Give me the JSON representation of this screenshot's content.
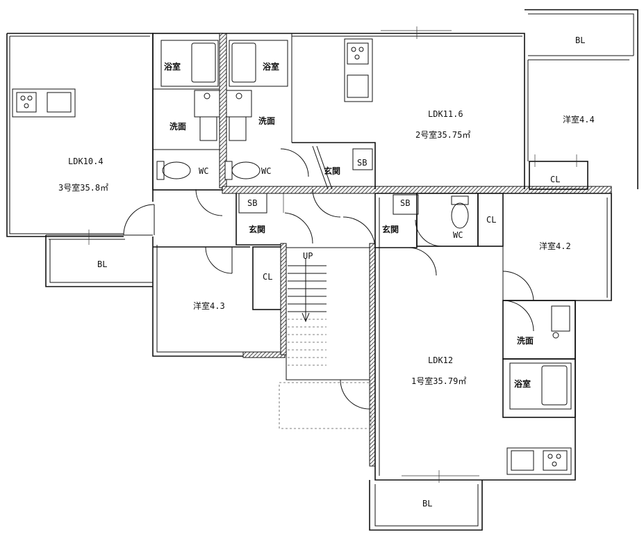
{
  "rooms": {
    "unit3_ldk": "LDK10.4",
    "unit3_number": "3号室35.8㎡",
    "unit3_bl": "BL",
    "unit3_yoshitsu": "洋室4.3",
    "unit3_cl": "CL",
    "unit3_genkan": "玄関",
    "unit3_sb": "SB",
    "unit3_wc": "WC",
    "unit3_senmen": "洗面",
    "unit3_yokushitsu": "浴室",
    "unit2_ldk": "LDK11.6",
    "unit2_number": "2号室35.75㎡",
    "unit2_yoshitsu": "洋室4.4",
    "unit2_bl": "BL",
    "unit2_cl": "CL",
    "unit2_genkan": "玄関",
    "unit2_sb": "SB",
    "unit2_wc": "WC",
    "unit2_senmen": "洗面",
    "unit2_yokushitsu": "浴室",
    "unit1_ldk": "LDK12",
    "unit1_number": "1号室35.79㎡",
    "unit1_yoshitsu": "洋室4.2",
    "unit1_cl": "CL",
    "unit1_genkan": "玄関",
    "unit1_sb": "SB",
    "unit1_wc": "WC",
    "unit1_senmen": "洗面",
    "unit1_yokushitsu": "浴室",
    "unit1_bl": "BL",
    "stair_up": "UP"
  }
}
